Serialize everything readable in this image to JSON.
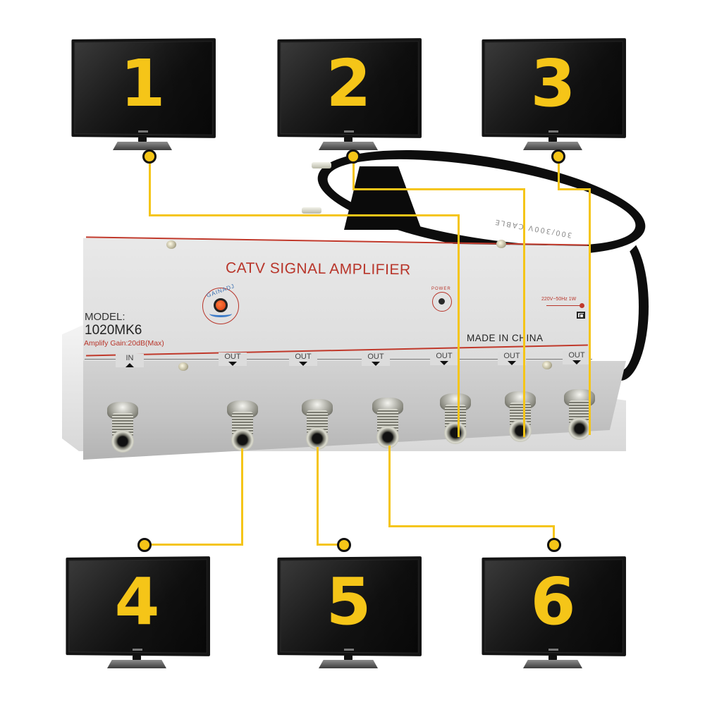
{
  "diagram": {
    "subject": "6-way CATV signal amplifier connected to six televisions",
    "accent_color": "#f5c518",
    "wire_color": "#f5c518",
    "tv_numbers": [
      "1",
      "2",
      "3",
      "4",
      "5",
      "6"
    ]
  },
  "amplifier": {
    "title": "CATV SIGNAL AMPLIFIER",
    "model_label": "MODEL:",
    "model_value": "1020MK6",
    "gain_label": "Amplify Gain:20dB(Max)",
    "brand": "GAINADJ",
    "power_label": "POWER",
    "power_spec": "220V~50Hz 1W",
    "origin": "MADE IN CHINA",
    "ports": [
      {
        "label": "IN",
        "direction": "input"
      },
      {
        "label": "OUT",
        "direction": "output",
        "tv": "4"
      },
      {
        "label": "OUT",
        "direction": "output",
        "tv": "5"
      },
      {
        "label": "OUT",
        "direction": "output",
        "tv": "6"
      },
      {
        "label": "OUT",
        "direction": "output",
        "tv": "1"
      },
      {
        "label": "OUT",
        "direction": "output",
        "tv": "2"
      },
      {
        "label": "OUT",
        "direction": "output",
        "tv": "3"
      }
    ]
  },
  "power_cable": {
    "print": "300/300V CABLE"
  }
}
